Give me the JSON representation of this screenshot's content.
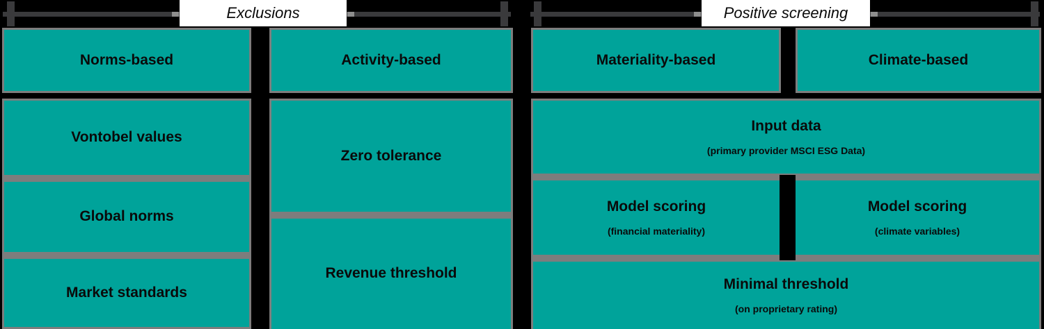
{
  "colors": {
    "teal": "#00a39a",
    "separator_gray": "#7d7d7d",
    "arrow_dark_gray": "#3a3a3c",
    "arrow_nub_gray": "#8e8e8e",
    "label_background": "#ffffff",
    "page_background": "#000000",
    "text": "#0a0a0a"
  },
  "sections": {
    "exclusions": {
      "label": "Exclusions",
      "norms_based": {
        "header": "Norms-based",
        "items": [
          "Vontobel values",
          "Global norms",
          "Market standards"
        ]
      },
      "activity_based": {
        "header": "Activity-based",
        "items": [
          "Zero tolerance",
          "Revenue threshold"
        ]
      }
    },
    "positive_screening": {
      "label": "Positive screening",
      "materiality_header": "Materiality-based",
      "climate_header": "Climate-based",
      "input_data": {
        "title": "Input data",
        "subtitle": "(primary provider MSCI ESG Data)"
      },
      "model_scoring_financial": {
        "title": "Model scoring",
        "subtitle": "(financial materiality)"
      },
      "model_scoring_climate": {
        "title": "Model scoring",
        "subtitle": "(climate variables)"
      },
      "minimal_threshold": {
        "title": "Minimal threshold",
        "subtitle": "(on proprietary rating)"
      }
    }
  }
}
